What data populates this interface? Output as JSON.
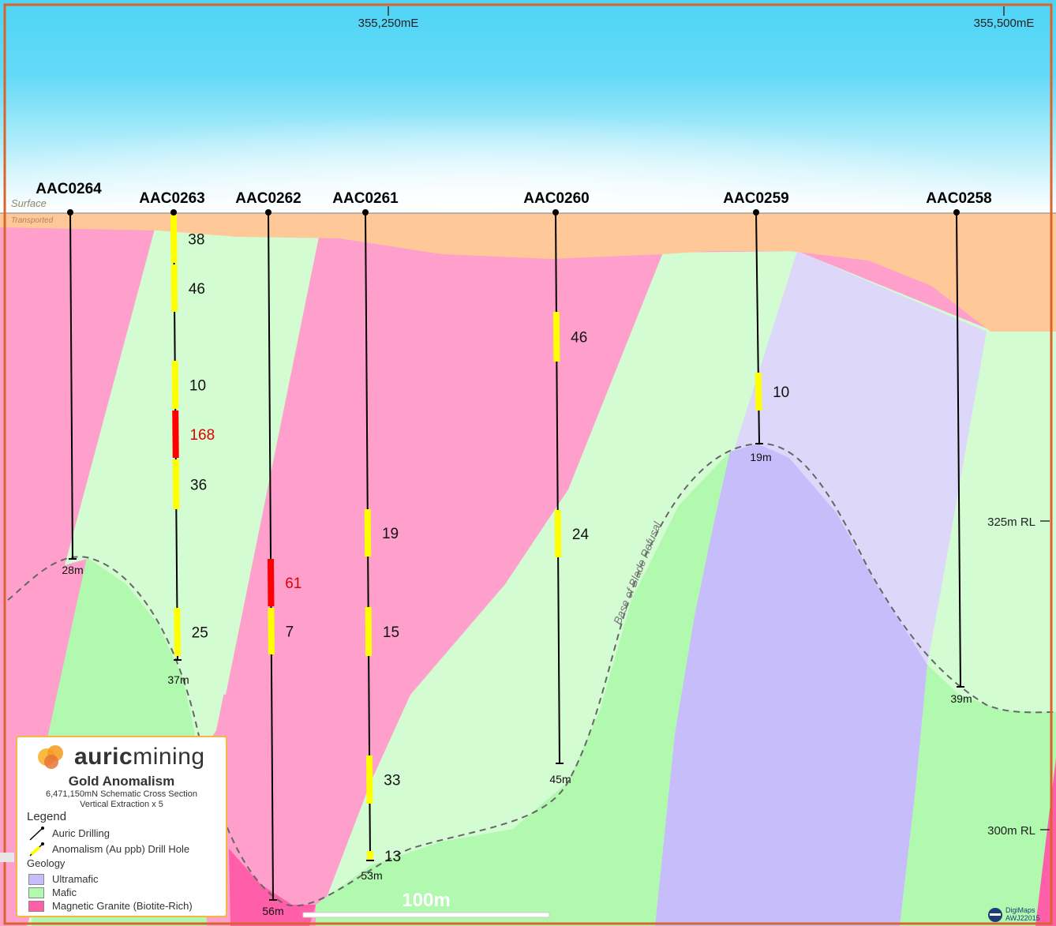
{
  "coords": {
    "easting_labels": [
      "355,250mE",
      "355,500mE"
    ],
    "rl_labels": [
      "325m RL",
      "300m RL"
    ]
  },
  "surface_label": "Surface",
  "transported_label": "Transported",
  "blade_refusal_label": "Base of Blade Refusal",
  "scale_label": "100m",
  "colors": {
    "sky_top": "#4fd4f5",
    "sky_bottom": "#ffffff",
    "transported": "#fec898",
    "granite": "#ff9fcb",
    "granite_deep": "#ff5ea8",
    "mafic_light": "#d3fcd3",
    "mafic": "#b0f9ae",
    "ultramafic_light": "#ddd8fa",
    "ultramafic": "#c6bdfa",
    "anomaly_low": "#ffff00",
    "anomaly_high": "#ff0000",
    "frame": "#d9642c"
  },
  "holes": [
    {
      "id": "AAC0264",
      "depth": "28m",
      "intervals": []
    },
    {
      "id": "AAC0263",
      "depth": "37m",
      "intervals": [
        {
          "value": "38",
          "level": "low"
        },
        {
          "value": "46",
          "level": "low"
        },
        {
          "value": "10",
          "level": "low"
        },
        {
          "value": "168",
          "level": "high"
        },
        {
          "value": "36",
          "level": "low"
        },
        {
          "value": "25",
          "level": "low"
        }
      ]
    },
    {
      "id": "AAC0262",
      "depth": "56m",
      "intervals": [
        {
          "value": "61",
          "level": "high"
        },
        {
          "value": "7",
          "level": "low"
        }
      ]
    },
    {
      "id": "AAC0261",
      "depth": "53m",
      "intervals": [
        {
          "value": "19",
          "level": "low"
        },
        {
          "value": "15",
          "level": "low"
        },
        {
          "value": "33",
          "level": "low"
        },
        {
          "value": "13",
          "level": "low"
        }
      ]
    },
    {
      "id": "AAC0260",
      "depth": "45m",
      "intervals": [
        {
          "value": "46",
          "level": "low"
        },
        {
          "value": "24",
          "level": "low"
        }
      ]
    },
    {
      "id": "AAC0259",
      "depth": "19m",
      "intervals": [
        {
          "value": "10",
          "level": "low"
        }
      ]
    },
    {
      "id": "AAC0258",
      "depth": "39m",
      "intervals": []
    }
  ],
  "legend": {
    "brand_bold": "auric",
    "brand_light": "mining",
    "title": "Gold Anomalism",
    "subtitle1": "6,471,150mN Schematic Cross Section",
    "subtitle2": "Vertical Extraction x 5",
    "legend_heading": "Legend",
    "drilling_label": "Auric Drilling",
    "anomalism_label": "Anomalism (Au ppb) Drill Hole",
    "geology_heading": "Geology",
    "geology": [
      {
        "label": "Ultramafic",
        "color": "#c6bdfa"
      },
      {
        "label": "Mafic",
        "color": "#b0f9ae"
      },
      {
        "label": "Magnetic Granite (Biotite-Rich)",
        "color": "#ff5ea8"
      }
    ]
  },
  "credit": {
    "line1": "DigiMaps",
    "line2": "AWJ22015"
  }
}
